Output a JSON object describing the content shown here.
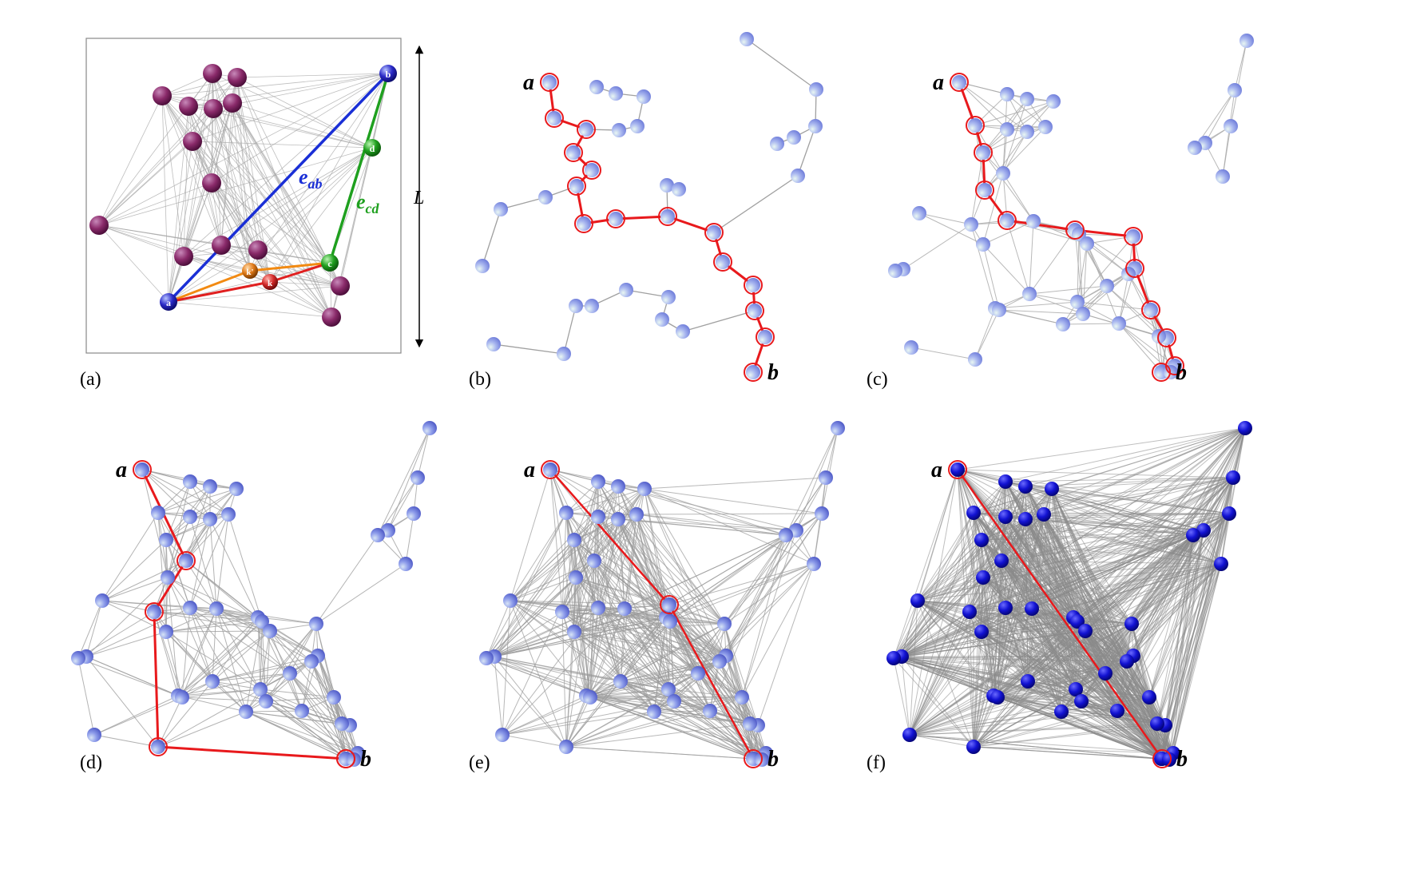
{
  "panels": [
    {
      "id": "a",
      "caption": "(a)"
    },
    {
      "id": "b",
      "caption": "(b)"
    },
    {
      "id": "c",
      "caption": "(c)"
    },
    {
      "id": "d",
      "caption": "(d)"
    },
    {
      "id": "e",
      "caption": "(e)"
    },
    {
      "id": "f",
      "caption": "(f)"
    }
  ],
  "panel_a": {
    "length_label": "L",
    "edge_ab_label": {
      "base": "e",
      "sub": "ab"
    },
    "edge_cd_label": {
      "base": "e",
      "sub": "cd"
    },
    "node_labels": {
      "a": "a",
      "b": "b",
      "c": "c",
      "d": "d",
      "k": "k",
      "k_prime": "k'"
    }
  },
  "endpoint_labels": {
    "start": "a",
    "end": "b"
  },
  "colors": {
    "edge_ab": "#1a2fd6",
    "edge_cd": "#1fa01f",
    "edge_ak_prime": "#f28a12",
    "edge_ak": "#e02020",
    "path_red": "#e8191c",
    "grey_edge": "#9a9a9a",
    "node_purple": "#8a2a6a",
    "node_blue_light": "#9fb2ef",
    "node_blue_dark": "#1a1ad6"
  }
}
